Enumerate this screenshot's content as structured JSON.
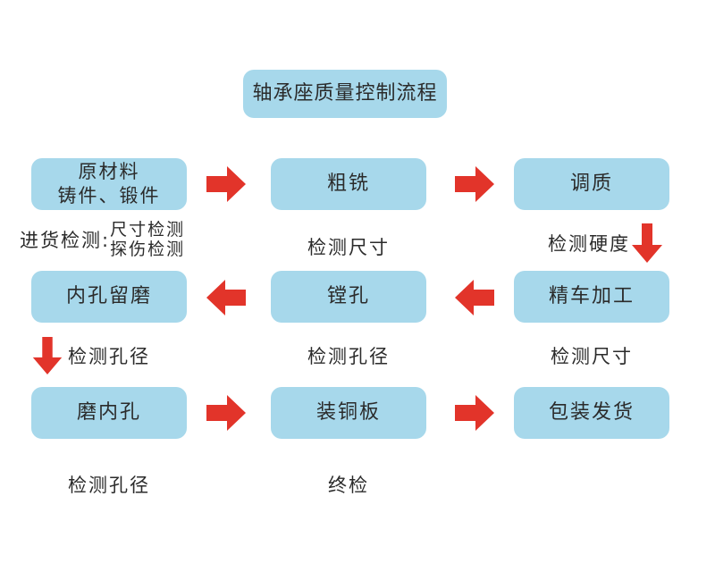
{
  "title": "轴承座质量控制流程",
  "colors": {
    "box_fill": "#a7d8eb",
    "arrow": "#e2342a",
    "text": "#2b2b2b",
    "bg": "#ffffff"
  },
  "flow": {
    "row1": {
      "box1": {
        "line1": "原材料",
        "line2": "铸件、锻件"
      },
      "box2": "粗铣",
      "box3": "调质",
      "label1": {
        "prefix": "进货检测:",
        "line1": "尺寸检测",
        "line2": "探伤检测"
      },
      "label2": "检测尺寸",
      "label3": "检测硬度"
    },
    "row2": {
      "box1": "内孔留磨",
      "box2": "镗孔",
      "box3": "精车加工",
      "label1": "检测孔径",
      "label2": "检测孔径",
      "label3": "检测尺寸"
    },
    "row3": {
      "box1": "磨内孔",
      "box2": "装铜板",
      "box3": "包装发货",
      "label1": "检测孔径",
      "label2": "终检"
    }
  }
}
